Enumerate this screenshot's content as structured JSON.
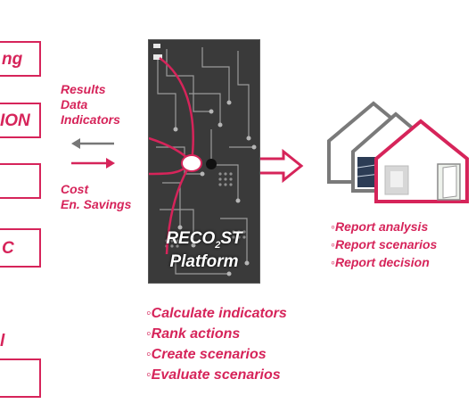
{
  "left_boxes": [
    {
      "label": "ng"
    },
    {
      "label": "ION"
    },
    {
      "label": ""
    },
    {
      "label": "C"
    },
    {
      "label": ""
    }
  ],
  "stray_left_text": "l",
  "inputs_label": {
    "line1": "Results",
    "line2": "Data",
    "line3": "Indicators"
  },
  "outputs_label": {
    "line1": "Cost",
    "line2": "En. Savings"
  },
  "platform": {
    "name_prefix": "RECO",
    "name_sub": "2",
    "name_suffix": "ST",
    "subtitle": "Platform"
  },
  "platform_actions": [
    "Calculate indicators",
    "Rank actions",
    "Create scenarios",
    "Evaluate scenarios"
  ],
  "report_items": [
    "Report analysis",
    "Report scenarios",
    "Report decision"
  ],
  "colors": {
    "accent": "#d6245a",
    "arrow_gray": "#777777",
    "chip": "#3a3a3a",
    "house_gray": "#7a7a7a"
  },
  "icons": [
    "arrow-left-icon",
    "arrow-right-icon",
    "outline-arrow-right-icon",
    "houses-icon",
    "circuit-board-icon"
  ]
}
